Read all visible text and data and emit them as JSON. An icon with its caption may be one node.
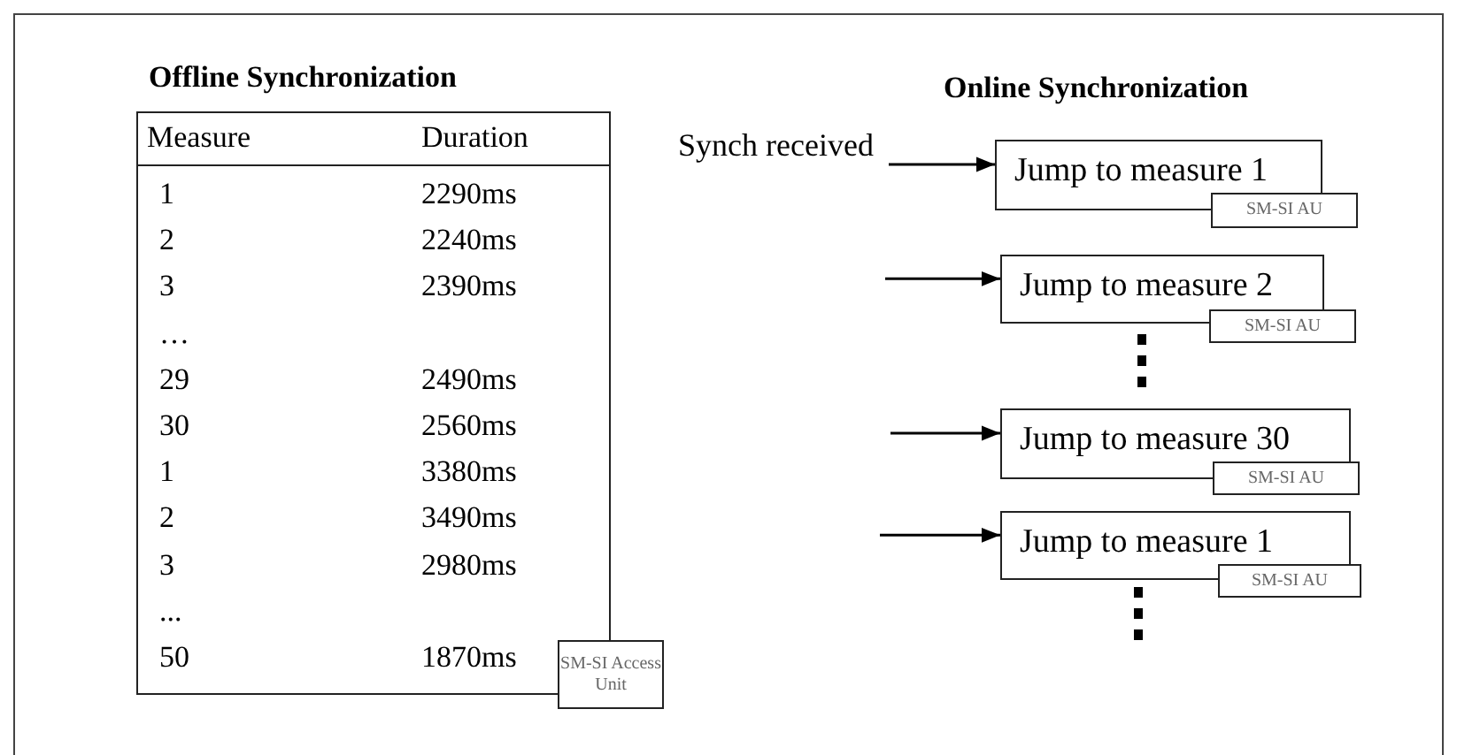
{
  "diagram": {
    "nodes": [
      {
        "text": [
          "Offline Synchronization"
        ]
      },
      {
        "text": [
          "SM-SI Access Unit"
        ]
      },
      {
        "text": [
          "Jump to measure 1"
        ]
      },
      {
        "text": [
          "SM-SI AU"
        ]
      },
      {
        "text": [
          "Jump to measure 2"
        ]
      },
      {
        "text": [
          "SM-SI AU"
        ]
      },
      {
        "text": [
          "Jump to measure 30"
        ]
      },
      {
        "text": [
          "SM-SI AU"
        ]
      },
      {
        "text": [
          "Jump to measure 1"
        ]
      },
      {
        "text": [
          "SM-SI AU"
        ]
      }
    ],
    "edges": [
      {
        "from": null,
        "to": 2,
        "arrow": "to"
      },
      {
        "from": null,
        "to": 4,
        "arrow": "to"
      },
      {
        "from": null,
        "to": 6,
        "arrow": "to"
      },
      {
        "from": null,
        "to": 8,
        "arrow": "to"
      }
    ],
    "labels": [
      "Measure",
      "Duration",
      "1",
      "2290ms",
      "2",
      "2240ms",
      "3",
      "2390ms",
      "…",
      "29",
      "2490ms",
      "30",
      "2560ms",
      "1",
      "3380ms",
      "2",
      "3490ms",
      "3",
      "2980ms",
      "...",
      "50",
      "1870ms",
      "Online Synchronization",
      "Synch received"
    ]
  }
}
